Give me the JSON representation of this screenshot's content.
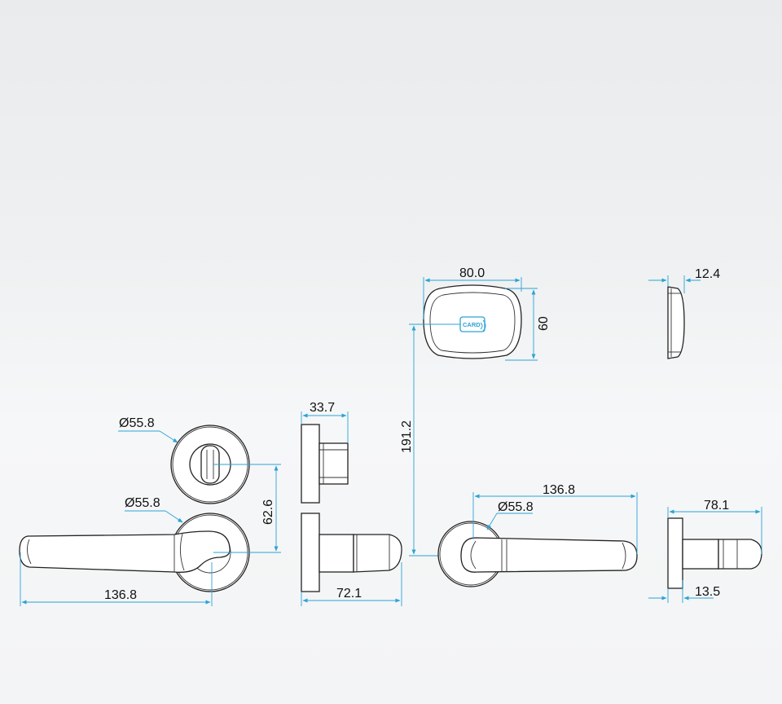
{
  "dimensions": {
    "rose_diameter_top": "Ø55.8",
    "rose_diameter_lever": "Ø55.8",
    "lever_length_left": "136.8",
    "center_distance": "62.6",
    "rose_projection": "33.7",
    "lever_projection": "72.1",
    "reader_height_offset": "191.2",
    "reader_width": "80.0",
    "reader_height": "60",
    "reader_depth": "12.4",
    "lever_length_right": "136.8",
    "rose_diameter_right": "Ø55.8",
    "side_total_depth": "78.1",
    "side_plate_thickness": "13.5"
  },
  "card_label": "CARD",
  "colors": {
    "dimension_line": "#2ba3d6",
    "card_accent": "#2ba3d6",
    "outline": "#222222"
  }
}
